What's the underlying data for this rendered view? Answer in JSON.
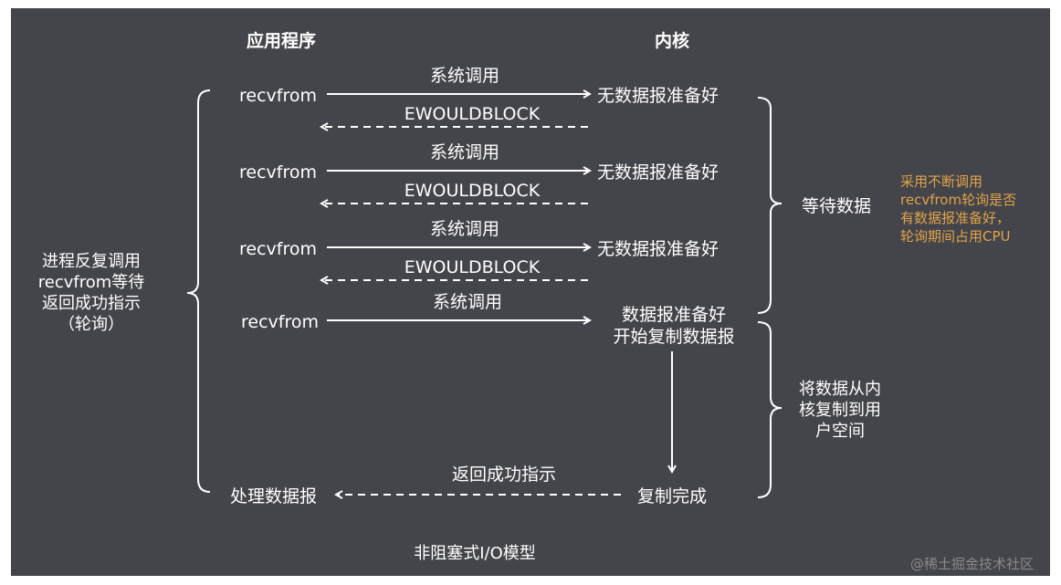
{
  "headers": {
    "app": "应用程序",
    "kernel": "内核"
  },
  "rounds": [
    {
      "app": "recvfrom",
      "call": "系统调用",
      "kernel": "无数据报准备好",
      "reply": "EWOULDBLOCK"
    },
    {
      "app": "recvfrom",
      "call": "系统调用",
      "kernel": "无数据报准备好",
      "reply": "EWOULDBLOCK"
    },
    {
      "app": "recvfrom",
      "call": "系统调用",
      "kernel": "无数据报准备好",
      "reply": "EWOULDBLOCK"
    }
  ],
  "final_round": {
    "app": "recvfrom",
    "call": "系统调用",
    "kernel_line1": "数据报准备好",
    "kernel_line2": "开始复制数据报"
  },
  "completion": {
    "kernel": "复制完成",
    "reply": "返回成功指示",
    "app": "处理数据报"
  },
  "left_brace_text": [
    "进程反复调用",
    "recvfrom等待",
    "返回成功指示",
    "（轮询）"
  ],
  "wait_label": "等待数据",
  "copy_label": [
    "将数据从内",
    "核复制到用",
    "户空间"
  ],
  "note": [
    "采用不断调用",
    "recvfrom轮询是否",
    "有数据报准备好，",
    "轮询期间占用CPU"
  ],
  "caption": "非阻塞式I/O模型",
  "watermark": "@稀土掘金技术社区",
  "colors": {
    "background": "#44454a",
    "foreground": "#ffffff",
    "note": "#e0a24a"
  }
}
